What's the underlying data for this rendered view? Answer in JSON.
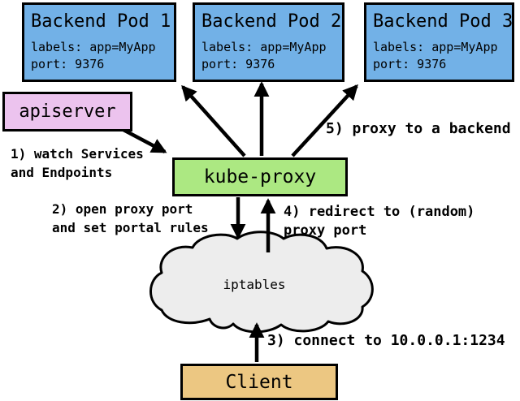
{
  "pods": [
    {
      "title": "Backend Pod 1",
      "labels": "labels: app=MyApp",
      "port": "port: 9376"
    },
    {
      "title": "Backend Pod 2",
      "labels": "labels: app=MyApp",
      "port": "port: 9376"
    },
    {
      "title": "Backend Pod 3",
      "labels": "labels: app=MyApp",
      "port": "port: 9376"
    }
  ],
  "apiserver": {
    "label": "apiserver"
  },
  "kube_proxy": {
    "label": "kube-proxy"
  },
  "iptables": {
    "label": "iptables"
  },
  "client": {
    "label": "Client"
  },
  "annotations": {
    "step1": {
      "line1": "1) watch Services",
      "line2": "and Endpoints"
    },
    "step2": {
      "line1": "2) open proxy port",
      "line2": "and set portal rules"
    },
    "step3": {
      "text": "3) connect to 10.0.0.1:1234"
    },
    "step4": {
      "line1": "4) redirect to (random)",
      "line2": "proxy port"
    },
    "step5": {
      "text": "5) proxy to a backend"
    }
  },
  "colors": {
    "pod_fill": "#72B1E7",
    "apiserver_fill": "#ECC3EE",
    "kube_proxy_fill": "#ACE882",
    "client_fill": "#ECC782",
    "cloud_fill": "#EDEDED",
    "outline": "#000000",
    "background": "#FFFFFF"
  }
}
